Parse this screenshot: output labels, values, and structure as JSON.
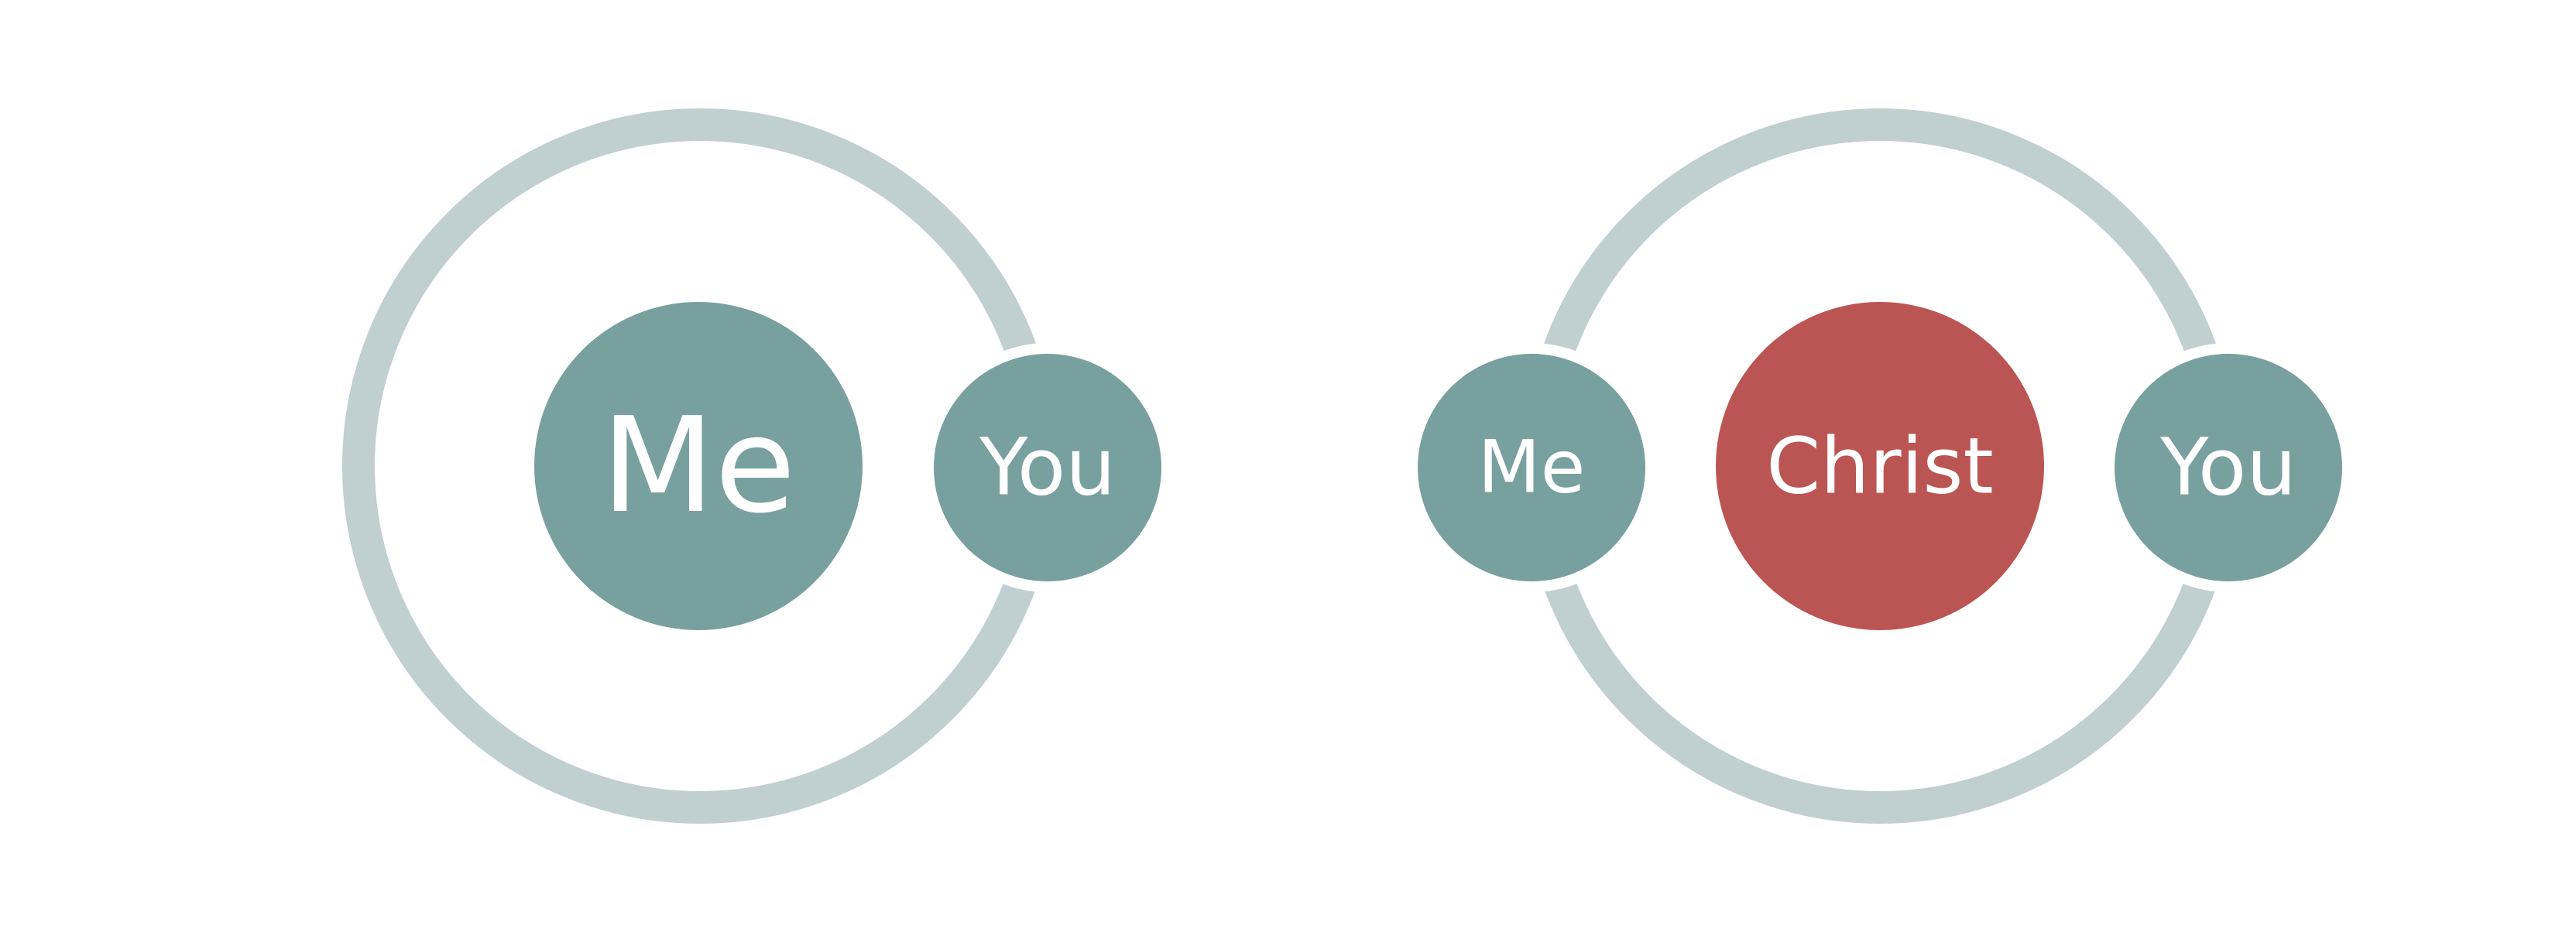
{
  "colors": {
    "node": "#78a09f",
    "accent": "#bb5553",
    "ring": "#c0cfcf",
    "label": "#ffffff",
    "background": "#ffffff"
  },
  "left_diagram": {
    "center_label": "Me",
    "satellite_label": "You"
  },
  "right_diagram": {
    "left_label": "Me",
    "center_label": "Christ",
    "right_label": "You"
  }
}
